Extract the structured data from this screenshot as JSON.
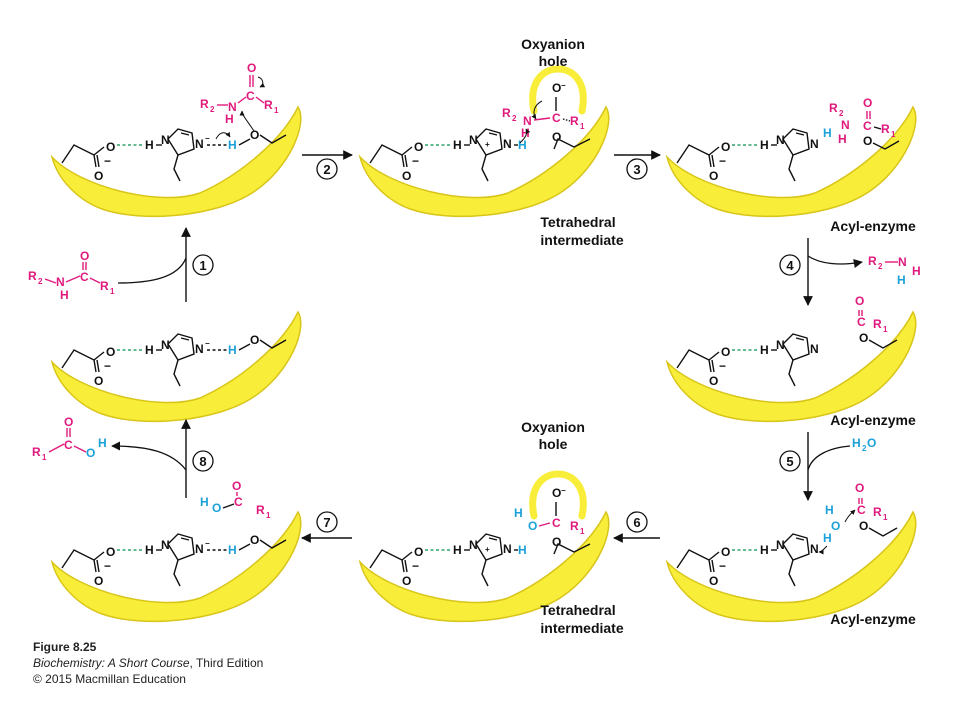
{
  "colors": {
    "enzyme": "#f8ee3a",
    "enzyme_edge": "#d9c51a",
    "substrate": "#e0197d",
    "hydrogen": "#1ba1d9",
    "hbond": "#2fa36b",
    "ink": "#111111"
  },
  "chem": {
    "O": "O",
    "H": "H",
    "N": "N",
    "C": "C",
    "R1": "R",
    "R2": "R",
    "one": "1",
    "two": "2",
    "minus": "−",
    "plus": "+",
    "H2O_H": "H",
    "H2O_2": "2",
    "H2O_O": "O"
  },
  "steps": [
    "1",
    "2",
    "3",
    "4",
    "5",
    "6",
    "7",
    "8"
  ],
  "labels": {
    "oxyanion_hole_line1": "Oxyanion",
    "oxyanion_hole_line2": "hole",
    "tetrahedral_line1": "Tetrahedral",
    "tetrahedral_line2": "intermediate",
    "acyl_enzyme": "Acyl-enzyme"
  },
  "caption": {
    "figure": "Figure 8.25",
    "book_italic": "Biochemistry: A Short Course",
    "book_rest": ", Third Edition",
    "copyright": "© 2015 Macmillan Education"
  }
}
